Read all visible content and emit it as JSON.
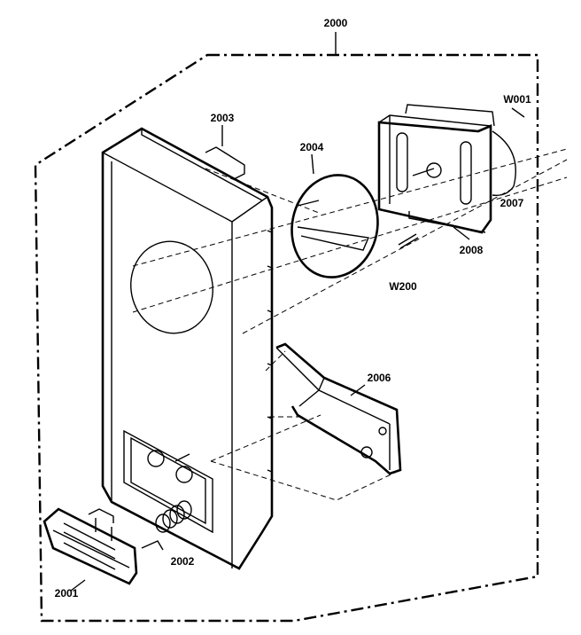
{
  "labels": {
    "assembly": "2000",
    "panel": "2003",
    "knob": "2004",
    "screw_top": "W001",
    "timer": "2008",
    "bracket": "2007",
    "screw": "W200",
    "latch": "2006",
    "spring": "2002",
    "button": "2001"
  }
}
